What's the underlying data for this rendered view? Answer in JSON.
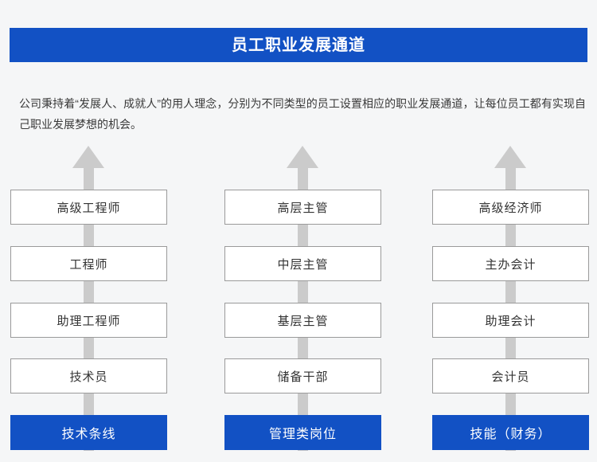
{
  "header": {
    "title": "员工职业发展通道",
    "banner_color": "#1251c4",
    "title_color": "#ffffff"
  },
  "intro": {
    "text": "公司秉持着“发展人、成就人”的用人理念，分别为不同类型的员工设置相应的职业发展通道，让每位员工都有实现自己职业发展梦想的机会。"
  },
  "diagram": {
    "arrow_color": "#cbcbcb",
    "box_border_color": "#9a9a9a",
    "box_fill_color": "#ffffff",
    "footer_fill_color": "#1251c4",
    "footer_text_color": "#ffffff",
    "columns": [
      {
        "name": "technical-track",
        "levels": [
          "高级工程师",
          "工程师",
          "助理工程师",
          "技术员"
        ],
        "footer": "技术条线"
      },
      {
        "name": "management-track",
        "levels": [
          "高层主管",
          "中层主管",
          "基层主管",
          "储备干部"
        ],
        "footer": "管理类岗位"
      },
      {
        "name": "skill-finance-track",
        "levels": [
          "高级经济师",
          "主办会计",
          "助理会计",
          "会计员"
        ],
        "footer": "技能（财务）"
      }
    ]
  }
}
